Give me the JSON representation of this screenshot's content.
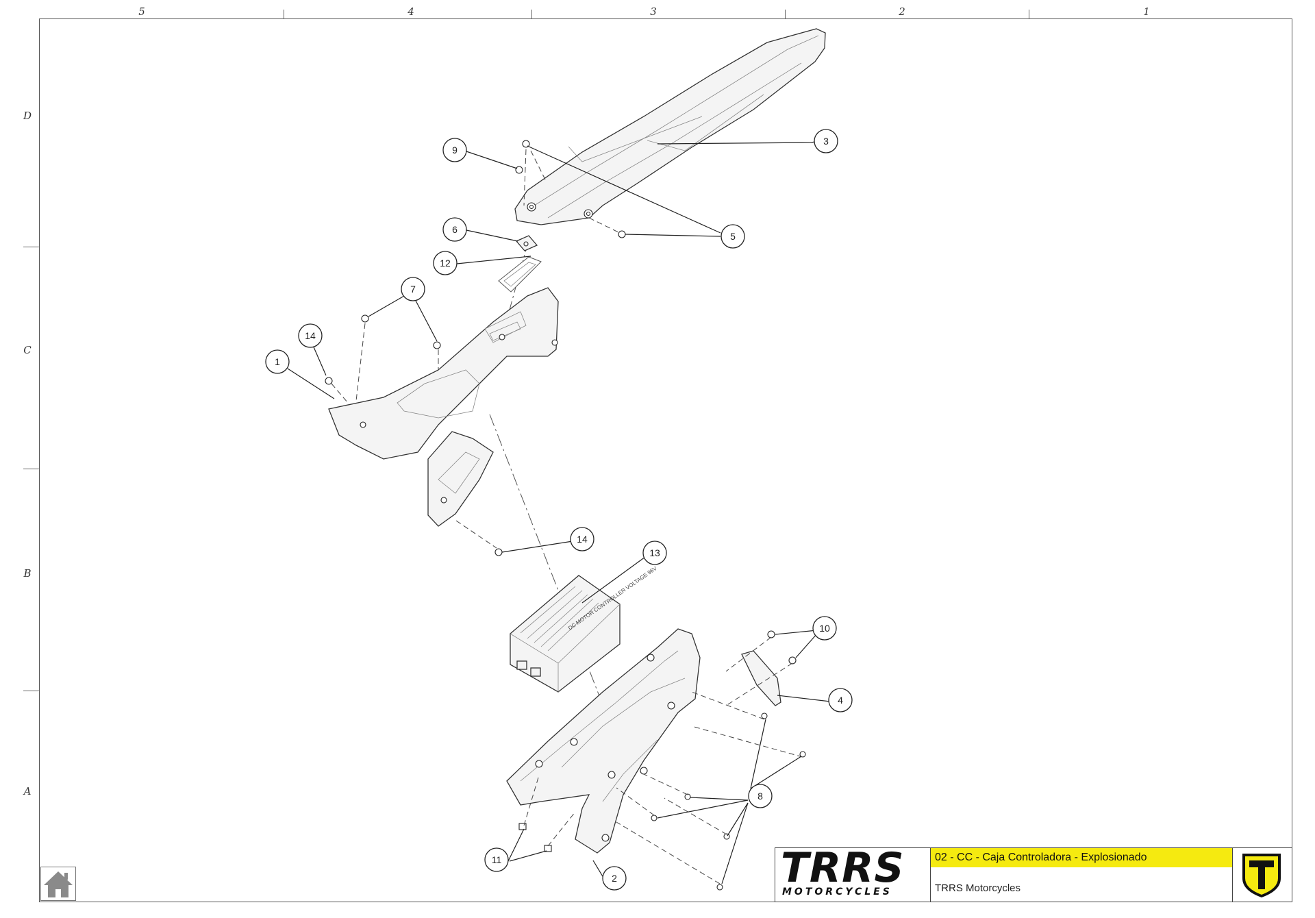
{
  "grid": {
    "columns": [
      "5",
      "4",
      "3",
      "2",
      "1"
    ],
    "rows": [
      "D",
      "C",
      "B",
      "A"
    ]
  },
  "callouts": [
    "1",
    "2",
    "3",
    "4",
    "5",
    "6",
    "7",
    "8",
    "9",
    "10",
    "11",
    "12",
    "13",
    "14",
    "14"
  ],
  "controller_label": "DC MOTOR CONTROLLER VOLTAGE 96V",
  "title_block": {
    "logo_text": "TRRS",
    "logo_subtext": "MOTORCYCLES",
    "drawing_title": "02 - CC - Caja Controladora - Explosionado",
    "company": "TRRS Motorcycles"
  },
  "colors": {
    "accent": "#f5ea10",
    "line": "#222222",
    "frame": "#555555"
  },
  "icons": {
    "home": "home-icon",
    "emblem": "trrs-shield-icon"
  }
}
